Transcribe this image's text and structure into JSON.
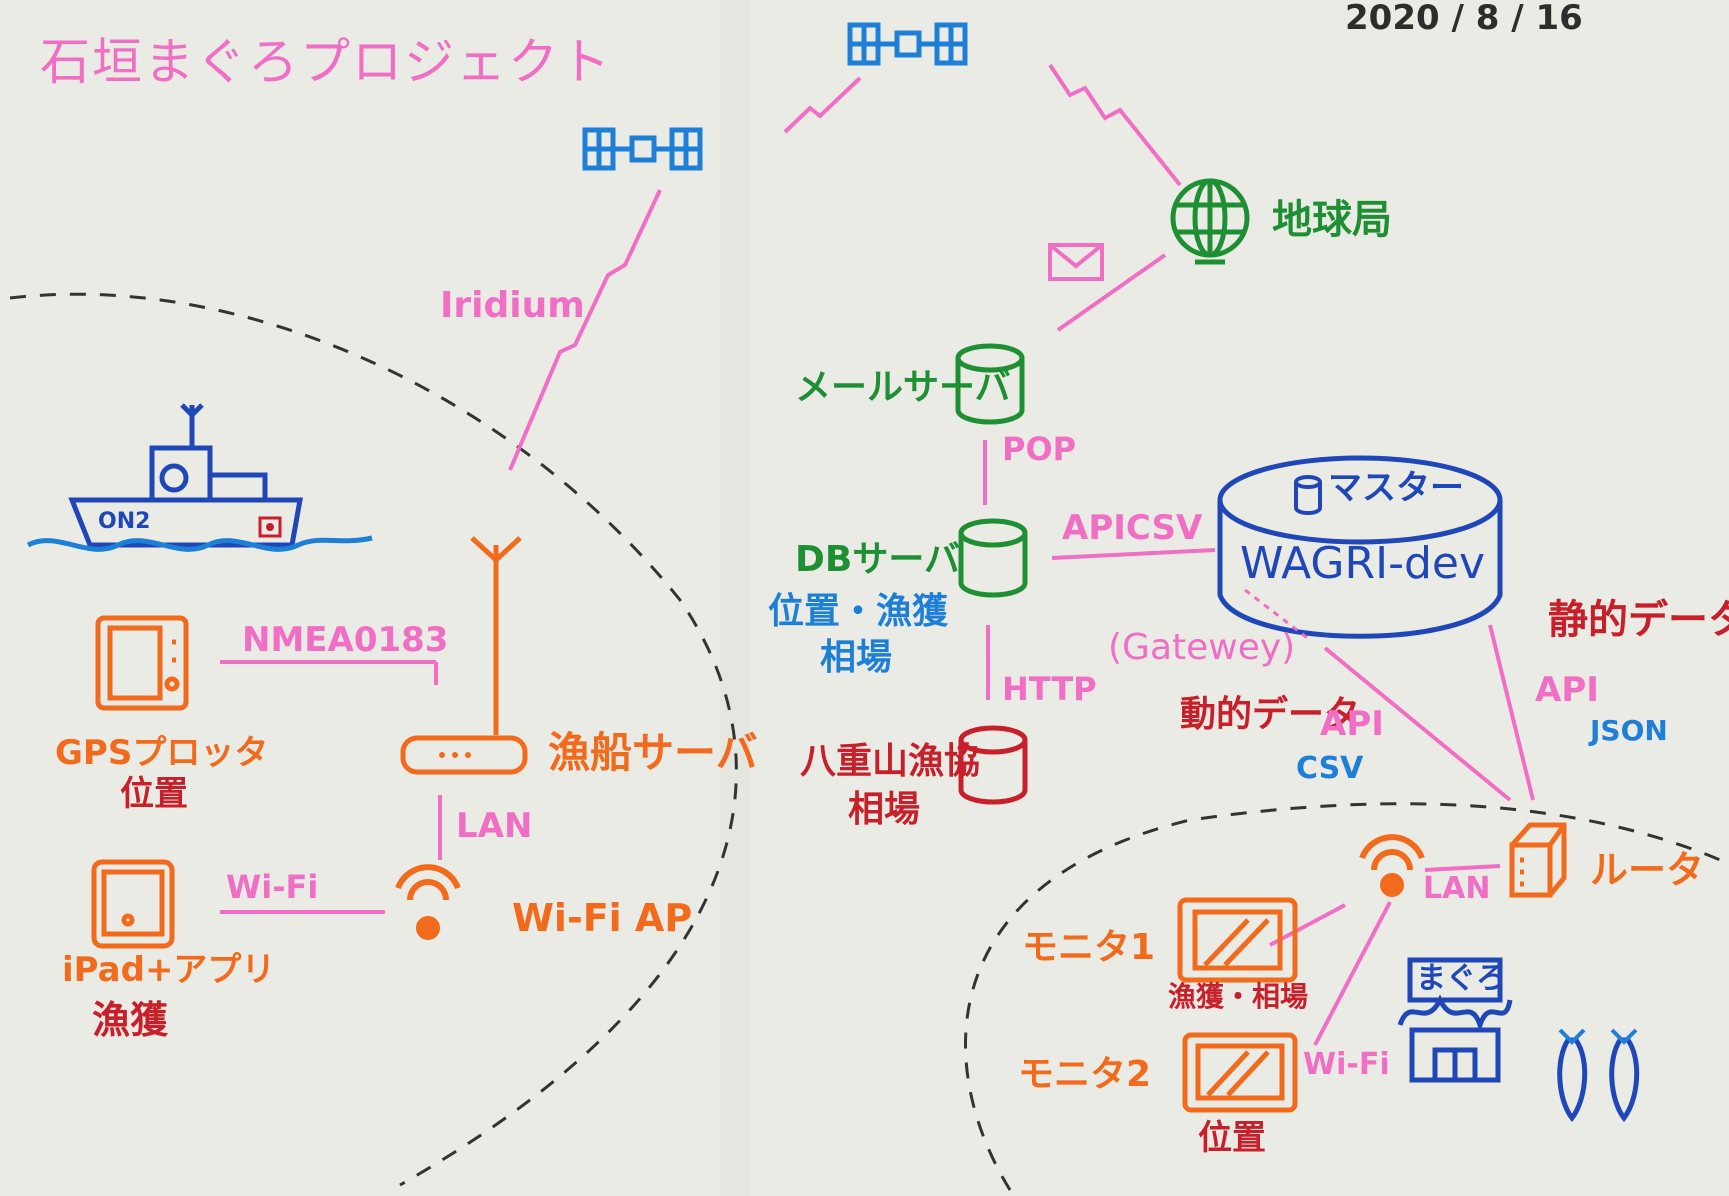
{
  "date": "2020 / 8 / 16",
  "title": "石垣まぐろプロジェクト",
  "labels": {
    "iridium": "Iridium",
    "mail_server": "メールサーバ",
    "pop": "POP",
    "db_server": "DBサーバ",
    "db_contents_1": "位置・漁獲",
    "db_contents_2": "相場",
    "http": "HTTP",
    "market_db_1": "八重山漁協",
    "market_db_2": "相場",
    "earth_station": "地球局",
    "api_csv_top": "APICSV",
    "master": "マスター",
    "wagri": "WAGRI-dev",
    "gateway": "(Gatewey)",
    "static_data": "静的データ",
    "dynamic_data": "動的データ",
    "api_csv_bottom_1": "API",
    "api_csv_bottom_2": "CSV",
    "api_json_1": "API",
    "api_json_2": "JSON",
    "nmea": "NMEA0183",
    "gps_1": "GPSプロッタ",
    "gps_2": "位置",
    "ship_server": "漁船サーバ",
    "lan_ship": "LAN",
    "wifi_ship": "Wi-Fi",
    "wifi_ap": "Wi-Fi AP",
    "ipad_1": "iPad+アプリ",
    "ipad_2": "漁獲",
    "router": "ルータ",
    "lan_shore": "LAN",
    "monitor1": "モニタ1",
    "monitor1_caption": "漁獲・相場",
    "monitor2": "モニタ2",
    "monitor2_caption": "位置",
    "wifi_shore": "Wi-Fi",
    "shop_sign": "まぐろ",
    "boat_id": "ON2"
  },
  "colors": {
    "pink": "#f06ec4",
    "blue": "#1e7fd6",
    "green": "#1f8f33",
    "orange": "#f26a1b",
    "red": "#c8202a",
    "navy": "#1f47b8"
  }
}
